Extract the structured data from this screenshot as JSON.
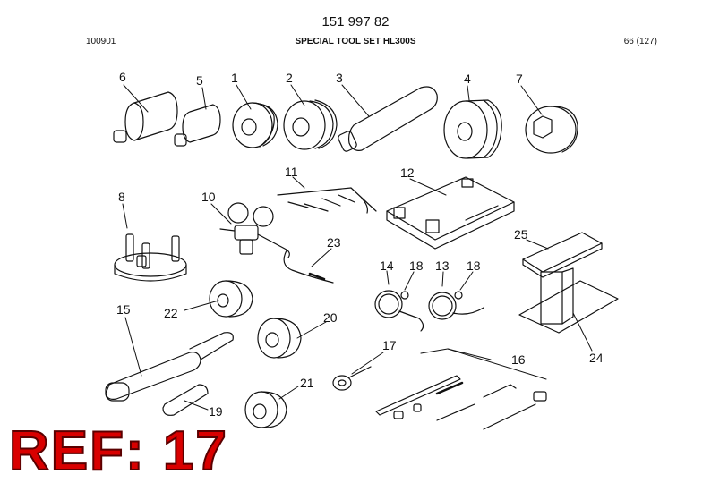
{
  "header": {
    "doc_number": "151 997 82",
    "code": "100901",
    "title": "SPECIAL TOOL SET HL300S",
    "page": "66 (127)"
  },
  "parts": [
    "6",
    "5",
    "1",
    "2",
    "3",
    "4",
    "7",
    "8",
    "10",
    "11",
    "12",
    "23",
    "25",
    "14",
    "18",
    "13",
    "18",
    "15",
    "22",
    "20",
    "24",
    "17",
    "16",
    "19",
    "21"
  ],
  "reference": "REF: 17"
}
